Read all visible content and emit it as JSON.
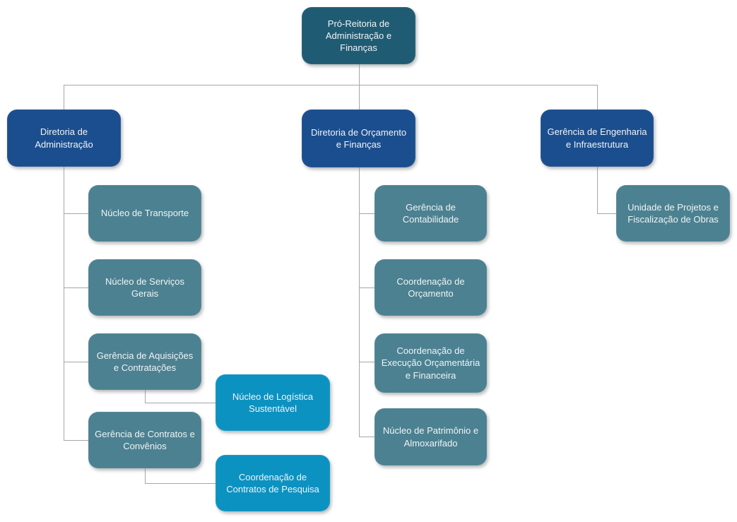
{
  "colors": {
    "root_box": "#1F5C73",
    "directorate_box": "#1B4E8E",
    "unit_box": "#4C8191",
    "subunit_box": "#0C92C1",
    "connector": "#A6A6A6",
    "box_text": "#F0F4F6",
    "background": "#FFFFFF"
  },
  "org": {
    "root": {
      "label": "Pró-Reitoria de Administração e Finanças"
    },
    "branches": [
      {
        "label": "Diretoria de Administração",
        "children": [
          {
            "label": "Núcleo de Transporte"
          },
          {
            "label": "Núcleo de Serviços Gerais"
          },
          {
            "label": "Gerência de Aquisições e Contratações",
            "children": [
              {
                "label": "Núcleo de Logística Sustentável"
              }
            ]
          },
          {
            "label": "Gerência de Contratos e Convênios",
            "children": [
              {
                "label": "Coordenação de Contratos de Pesquisa"
              }
            ]
          }
        ]
      },
      {
        "label": "Diretoria de Orçamento e Finanças",
        "children": [
          {
            "label": "Gerência de Contabilidade"
          },
          {
            "label": "Coordenação de Orçamento"
          },
          {
            "label": "Coordenação de Execução Orçamentária e Financeira"
          },
          {
            "label": "Núcleo de Patrimônio e Almoxarifado"
          }
        ]
      },
      {
        "label": "Gerência de Engenharia e Infraestrutura",
        "children": [
          {
            "label": "Unidade de Projetos e Fiscalização de Obras"
          }
        ]
      }
    ]
  }
}
